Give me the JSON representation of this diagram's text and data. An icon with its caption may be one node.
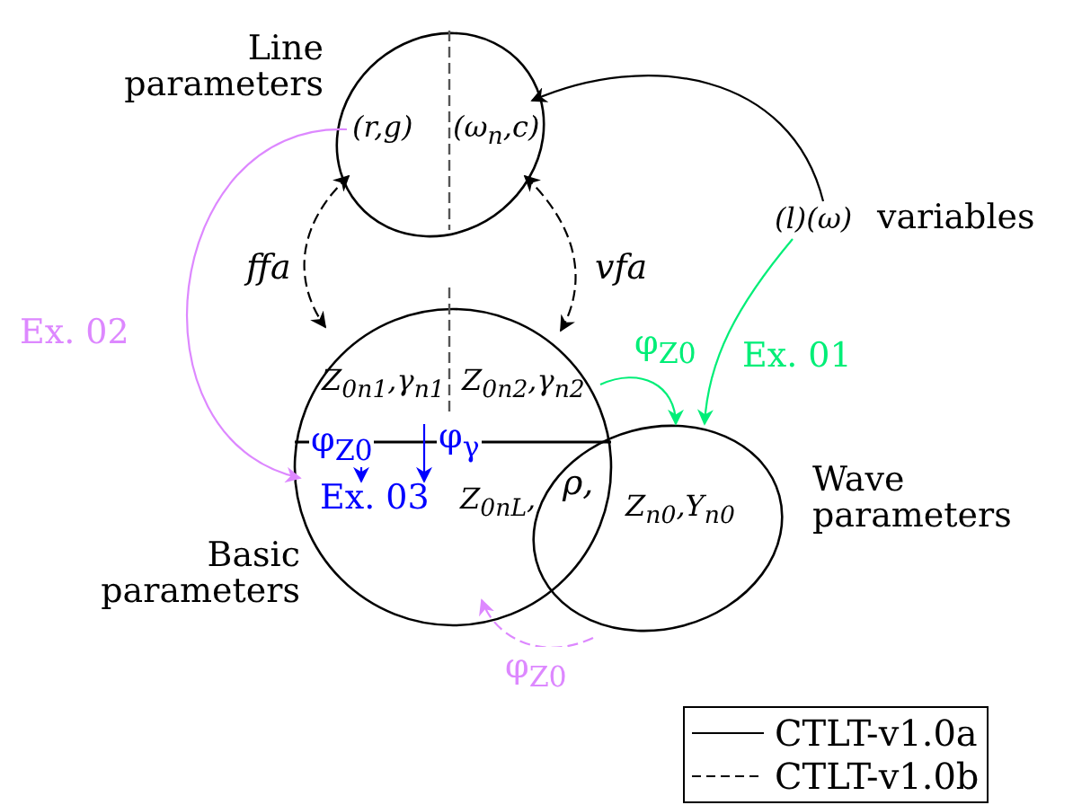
{
  "diagram": {
    "nodes": [
      {
        "text": [
          "Line parameters",
          "(r,g)",
          "(ω$_{n}$,c)"
        ]
      },
      {
        "text": [
          "Basic parameters",
          "Z$_{0n1}$,γ$_{n1}$",
          "Z$_{0n2}$,γ$_{n2}$",
          "Z$_{0nL}$,"
        ]
      },
      {
        "text": [
          "Ex. 03"
        ],
        "in": 1
      },
      {
        "text": [
          "Z$_{n0}$,Y$_{n0}$",
          "Wave parameters"
        ]
      },
      {
        "text": [
          "(l)(ω)",
          "variables"
        ]
      }
    ],
    "edges": [
      {
        "from": 4,
        "to": 0,
        "arrow": "to"
      },
      {
        "from": 0,
        "to": 1,
        "arrow": "both",
        "style": "dashed",
        "label": "ffa"
      },
      {
        "from": 0,
        "to": 1,
        "arrow": "both",
        "style": "dashed",
        "label": "vfa"
      },
      {
        "from": 0,
        "to": 1,
        "arrow": "to",
        "color": "#dd88ff",
        "label": "Ex. 02"
      },
      {
        "from": 4,
        "to": 3,
        "arrow": "to",
        "color": "#00ee77",
        "label": "Ex. 01"
      },
      {
        "from": 1,
        "to": 3,
        "arrow": "to",
        "color": "#00ee77",
        "label": "φ$_{Z0}$"
      },
      {
        "from": 3,
        "to": 1,
        "arrow": "to",
        "style": "dashed",
        "color": "#dd88ff",
        "label": "φ$_{Z0}$"
      },
      {
        "from": null,
        "to": 2,
        "arrow": "to",
        "color": "#0000ff",
        "label": "φ$_{Z0}$"
      },
      {
        "from": null,
        "to": 2,
        "arrow": "to",
        "color": "#0000ff",
        "label": "φ$_{γ}$"
      }
    ],
    "labels": [
      "ρ,"
    ],
    "legend": [
      {
        "text": "CTLT-v1.0a"
      },
      {
        "text": "CTLT-v1.0b"
      }
    ]
  }
}
